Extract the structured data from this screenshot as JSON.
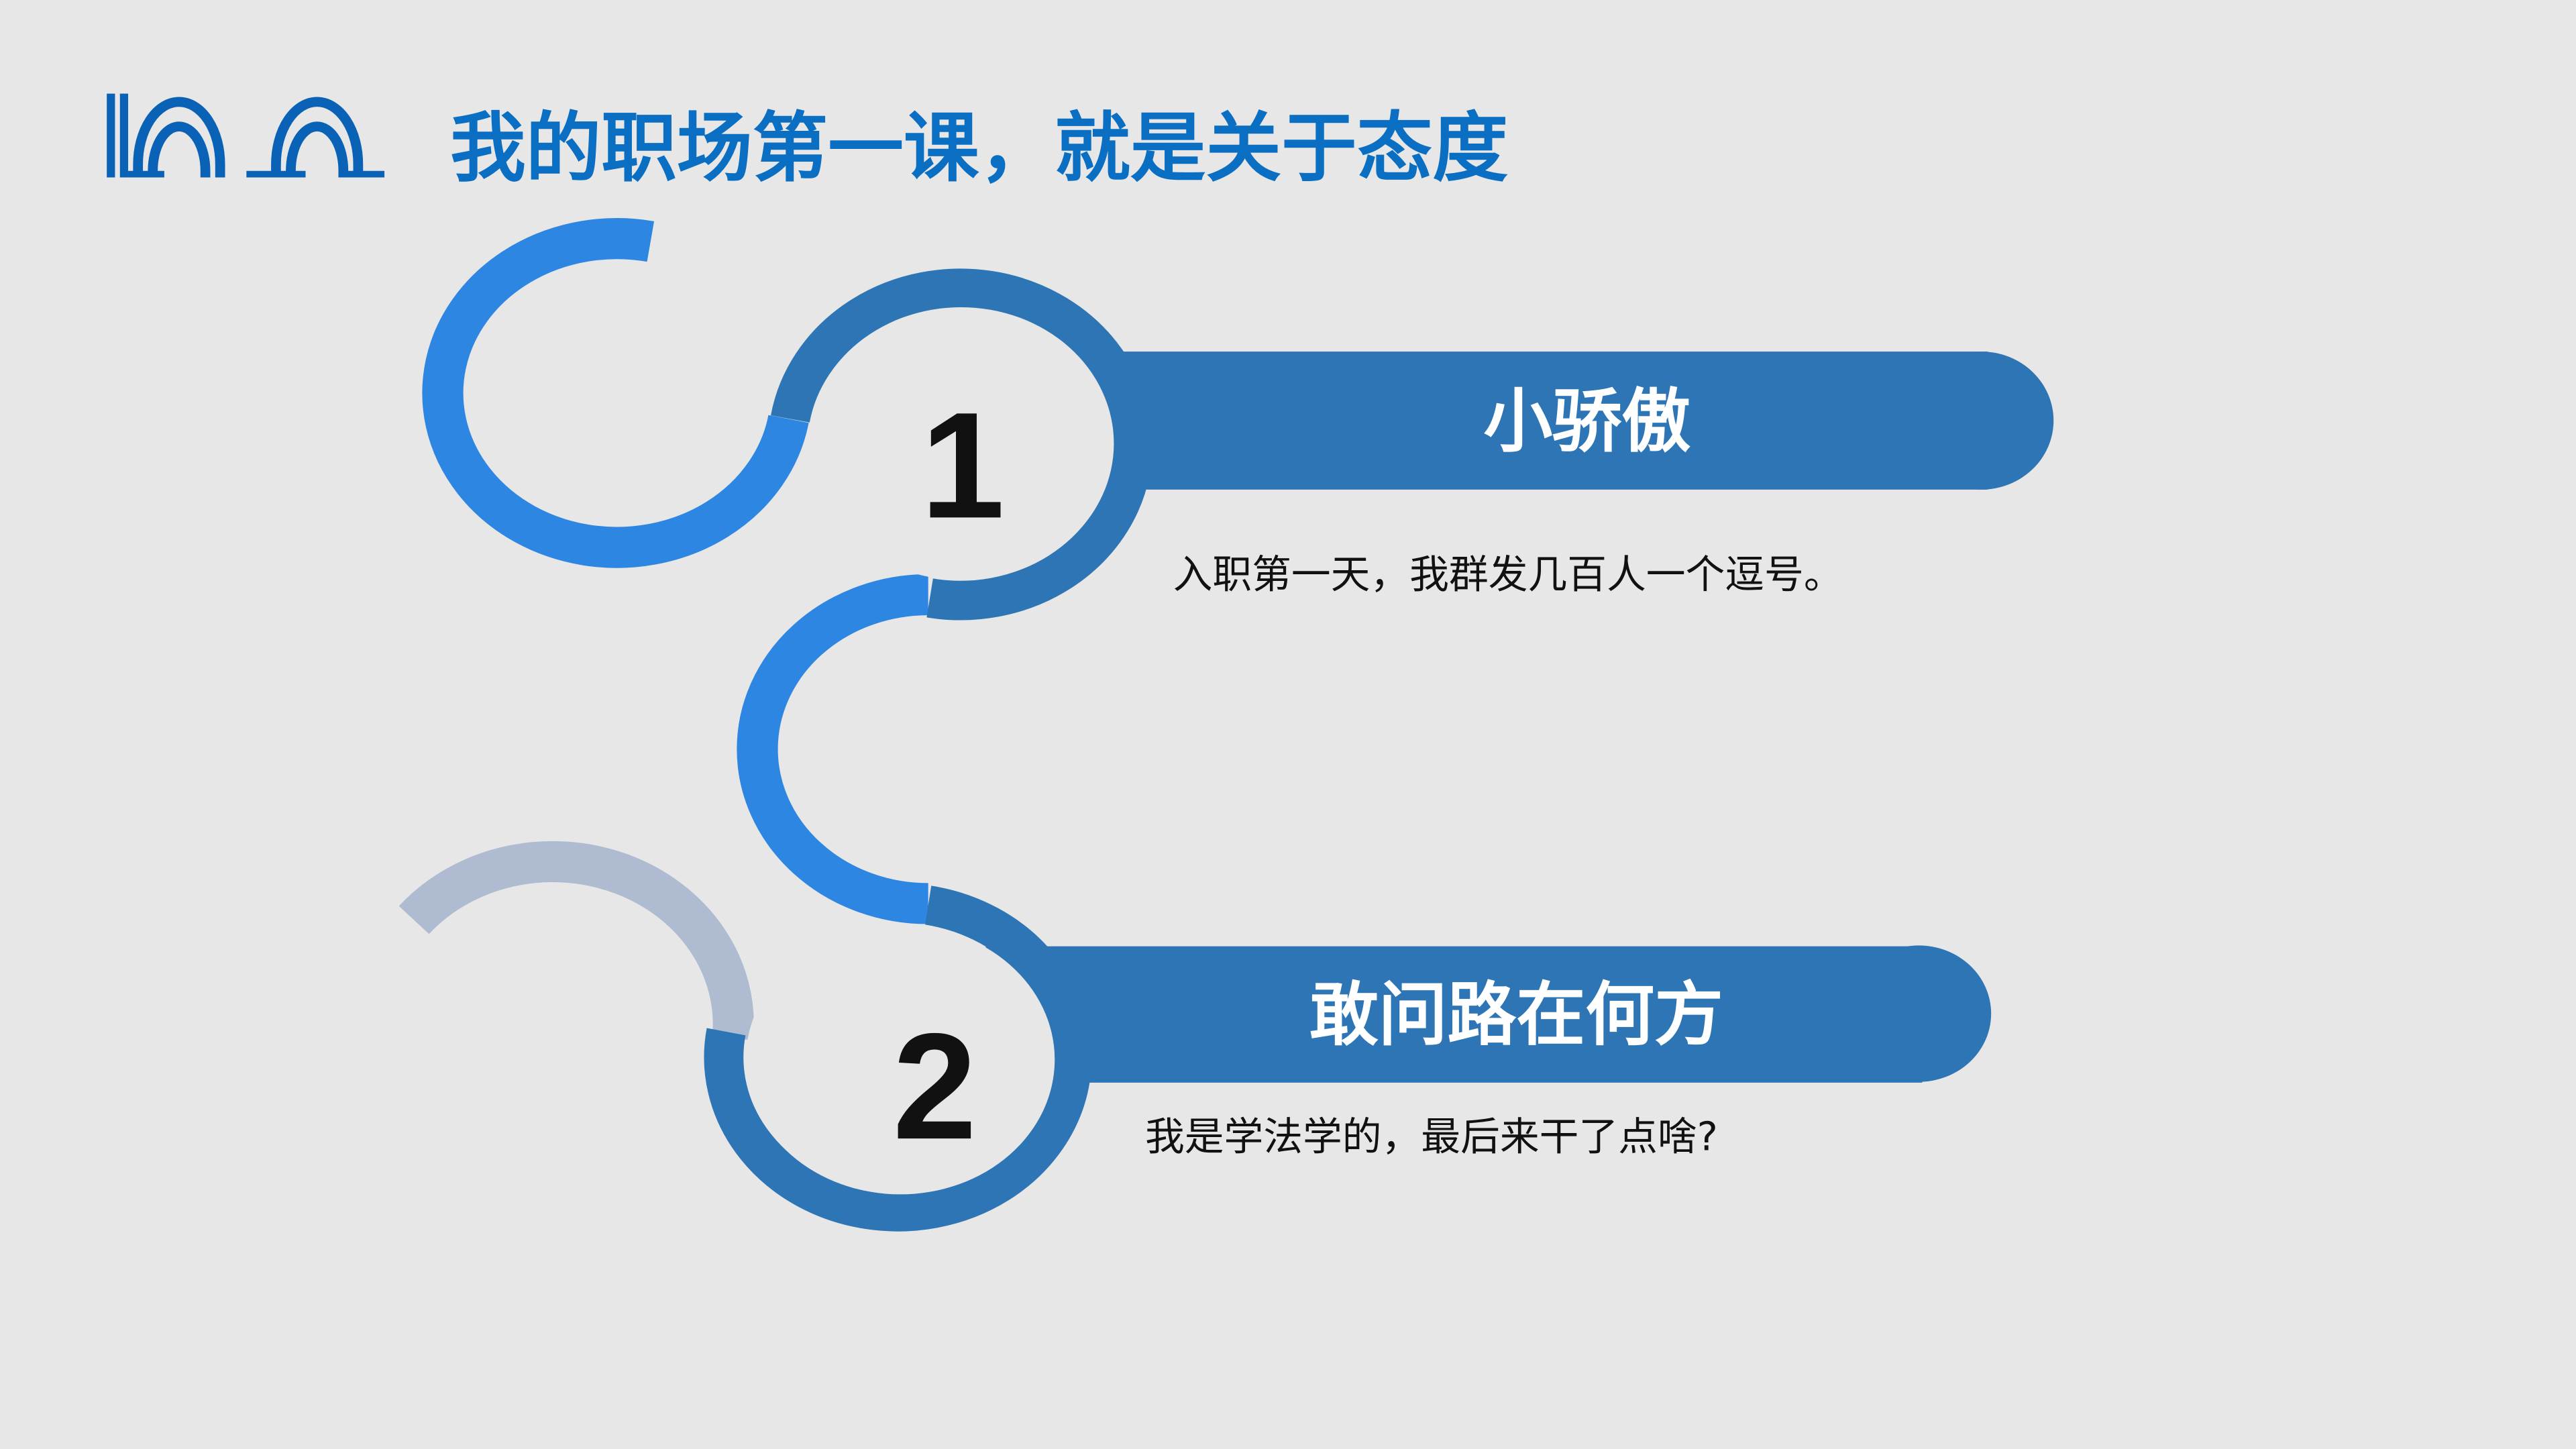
{
  "title": "我的职场第一课，就是关于态度",
  "colors": {
    "accent_dark": "#2e75b6",
    "accent_light": "#2e86e3",
    "grey_ring": "#aebbd0",
    "title": "#0a6fc2"
  },
  "items": [
    {
      "number": "1",
      "heading": "小骄傲",
      "text": "入职第一天，我群发几百人一个逗号。"
    },
    {
      "number": "2",
      "heading": "敢问路在何方",
      "text": "我是学法学的，最后来干了点啥?"
    }
  ]
}
